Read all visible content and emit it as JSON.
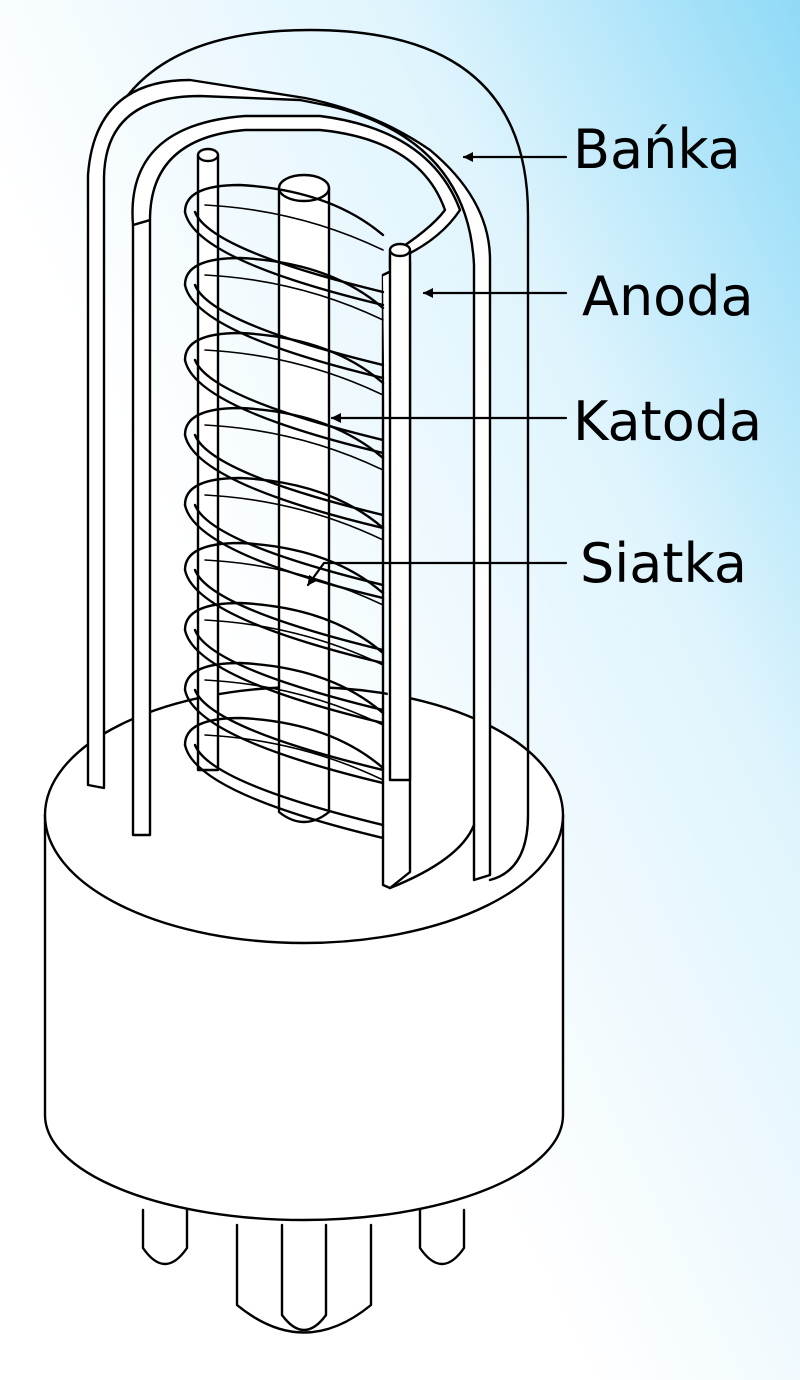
{
  "diagram": {
    "labels": {
      "banka": "Bańka",
      "anoda": "Anoda",
      "katoda": "Katoda",
      "siatka": "Siatka"
    },
    "colors": {
      "stroke": "#000000",
      "fill": "#ffffff",
      "gradient_accent": "#8fdaf7"
    }
  }
}
